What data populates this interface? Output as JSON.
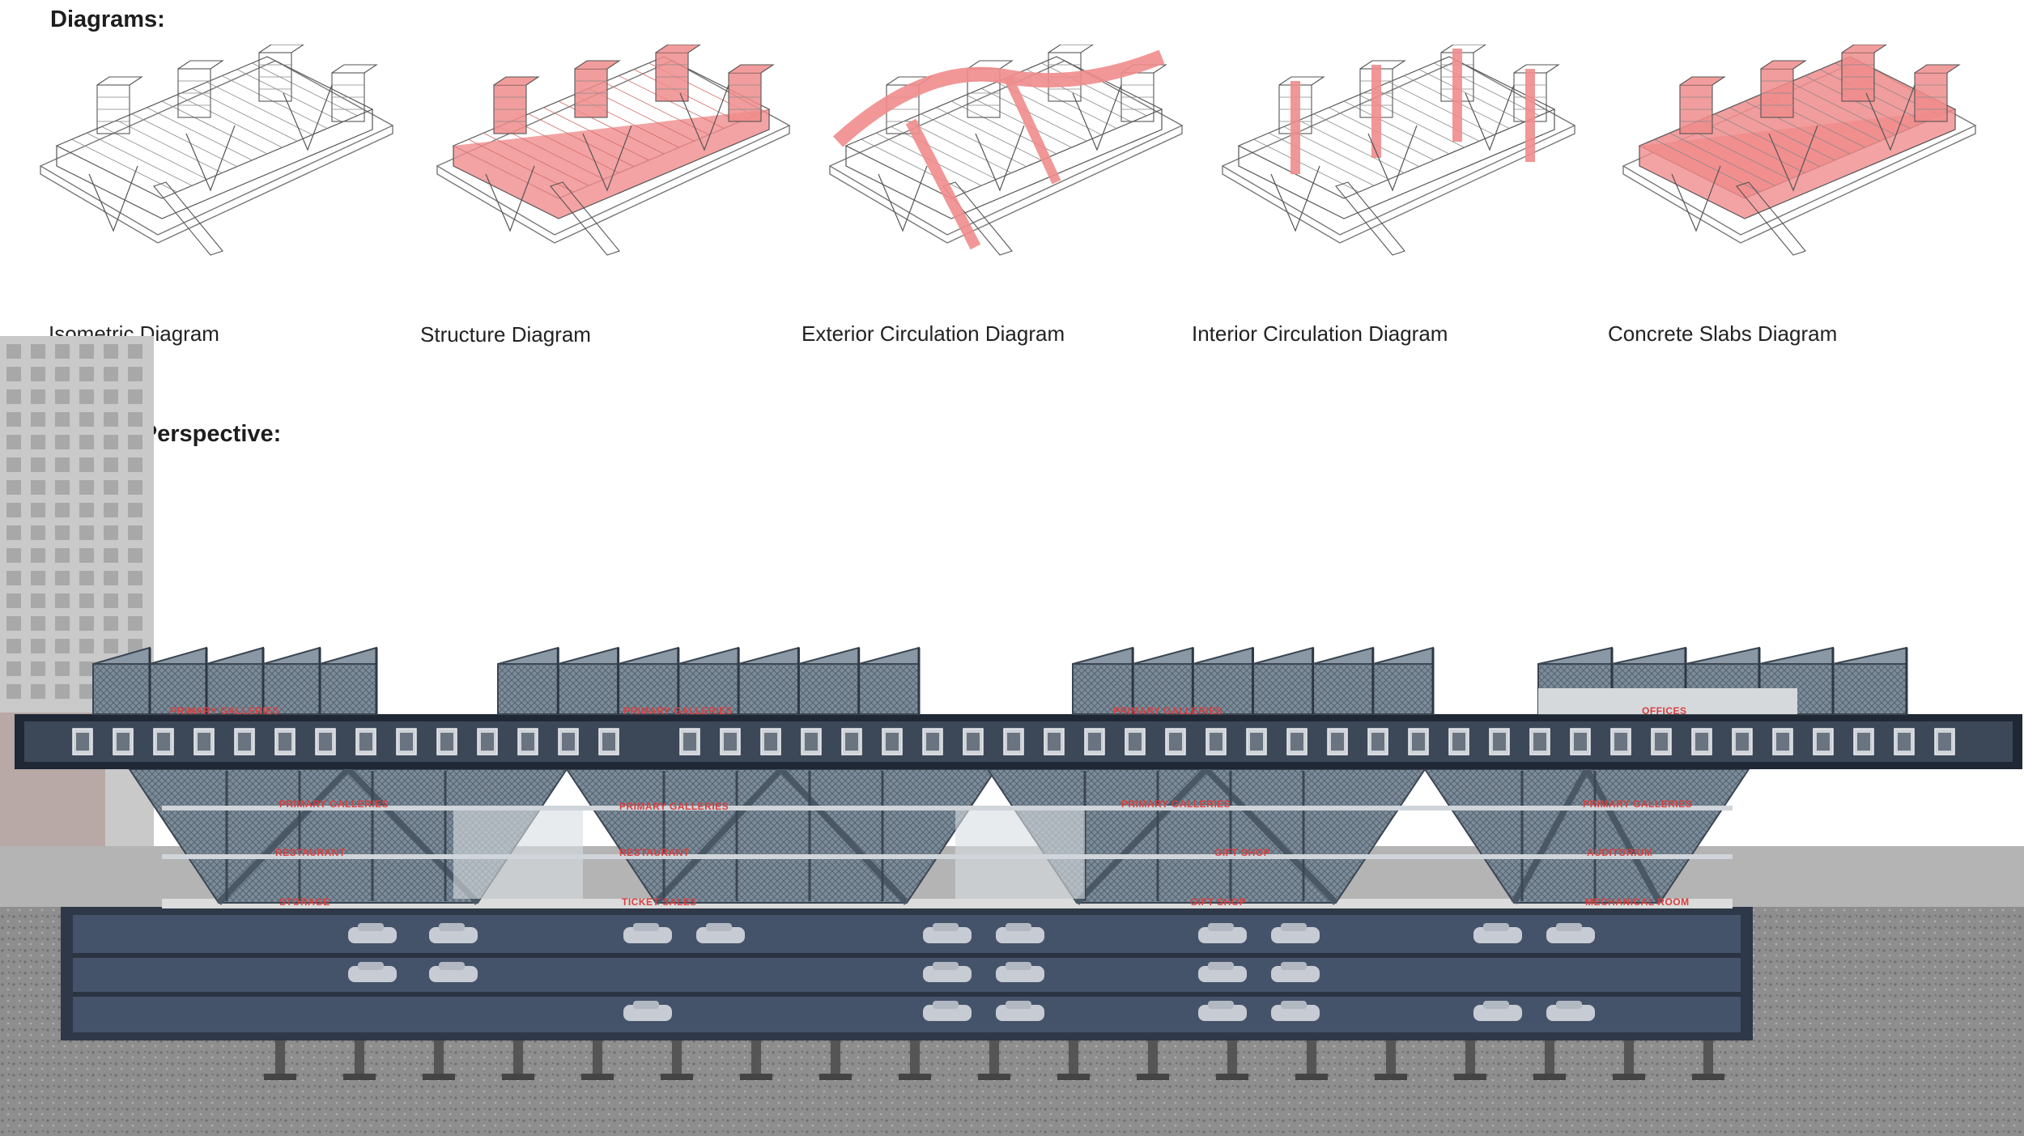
{
  "headings": {
    "diagrams": "Diagrams:",
    "section": "Section Perspective:"
  },
  "diagrams": [
    {
      "id": "isometric",
      "caption": "Isometric Diagram",
      "highlight": "none"
    },
    {
      "id": "structure",
      "caption": "Structure Diagram",
      "highlight": "structure"
    },
    {
      "id": "exterior",
      "caption": "Exterior Circulation Diagram",
      "highlight": "exterior"
    },
    {
      "id": "interior",
      "caption": "Interior Circulation Diagram",
      "highlight": "interior"
    },
    {
      "id": "slabs",
      "caption": "Concrete Slabs Diagram",
      "highlight": "slabs"
    }
  ],
  "section": {
    "rooms": {
      "galleries_1": "PRIMARY GALLERIES",
      "galleries_2": "PRIMARY GALLERIES",
      "galleries_3": "PRIMARY GALLERIES",
      "offices": "OFFICES",
      "galleries_4": "PRIMARY GALLERIES",
      "galleries_5": "PRIMARY GALLERIES",
      "galleries_6": "PRIMARY GALLERIES",
      "galleries_7": "PRIMARY GALLERIES",
      "restaurant_1": "RESTAURANT",
      "restaurant_2": "RESTAURANT",
      "gift_shop_upper": "GIFT SHOP",
      "auditorium": "AUDITORIUM",
      "storage": "STORAGE",
      "ticket_sales": "TICKET SALES",
      "gift_shop": "GIFT SHOP",
      "mechanical_room": "MECHANICAL ROOM"
    }
  },
  "colors": {
    "highlight": "#f08c8c",
    "line": "#555555",
    "steel": "#5f7080",
    "label_red": "#d84040"
  }
}
